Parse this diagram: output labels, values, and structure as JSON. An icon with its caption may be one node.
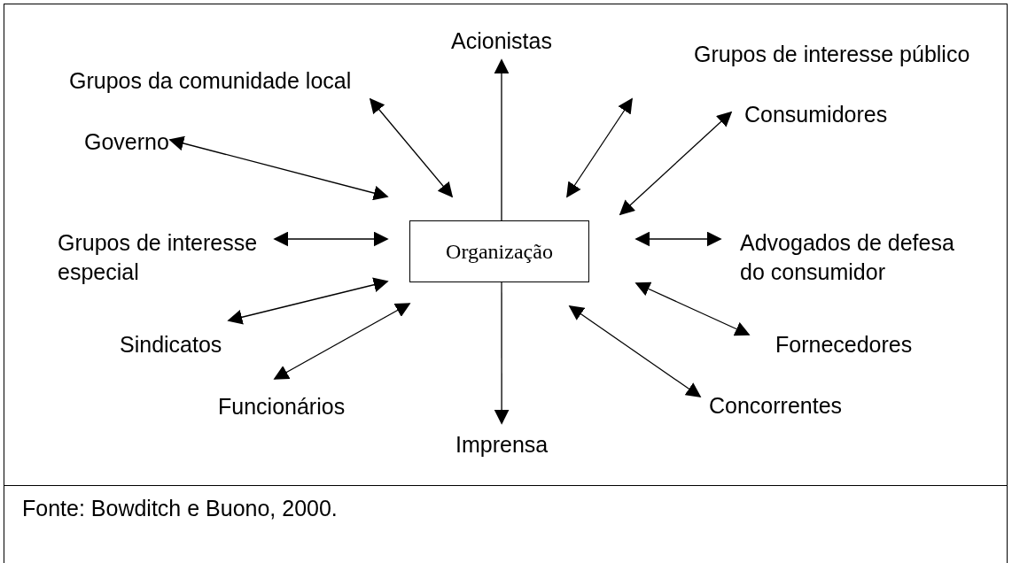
{
  "diagram": {
    "caption": "Fonte: Bowditch e Buono, 2000.",
    "nodes": [
      {
        "text": [
          "Organização"
        ]
      },
      {
        "text": [
          "Acionistas"
        ]
      },
      {
        "text": [
          "Grupos da comunidade local"
        ]
      },
      {
        "text": [
          "Grupos de interesse público"
        ]
      },
      {
        "text": [
          "Governo"
        ]
      },
      {
        "text": [
          "Consumidores"
        ]
      },
      {
        "text": [
          "Grupos de interesse especial"
        ]
      },
      {
        "text": [
          "Advogados de defesa do consumidor"
        ]
      },
      {
        "text": [
          "Sindicatos"
        ]
      },
      {
        "text": [
          "Fornecedores"
        ]
      },
      {
        "text": [
          "Funcionários"
        ]
      },
      {
        "text": [
          "Concorrentes"
        ]
      },
      {
        "text": [
          "Imprensa"
        ]
      }
    ],
    "edges": [
      {
        "from": 0,
        "to": 1,
        "arrow": "to"
      },
      {
        "from": 0,
        "to": 2,
        "arrow": "both"
      },
      {
        "from": 0,
        "to": 3,
        "arrow": "both"
      },
      {
        "from": 0,
        "to": 4,
        "arrow": "both"
      },
      {
        "from": 0,
        "to": 5,
        "arrow": "both"
      },
      {
        "from": 0,
        "to": 6,
        "arrow": "both"
      },
      {
        "from": 0,
        "to": 7,
        "arrow": "both"
      },
      {
        "from": 0,
        "to": 8,
        "arrow": "both"
      },
      {
        "from": 0,
        "to": 9,
        "arrow": "both"
      },
      {
        "from": 0,
        "to": 10,
        "arrow": "both"
      },
      {
        "from": 0,
        "to": 11,
        "arrow": "both"
      },
      {
        "from": 0,
        "to": 12,
        "arrow": "to"
      }
    ]
  }
}
